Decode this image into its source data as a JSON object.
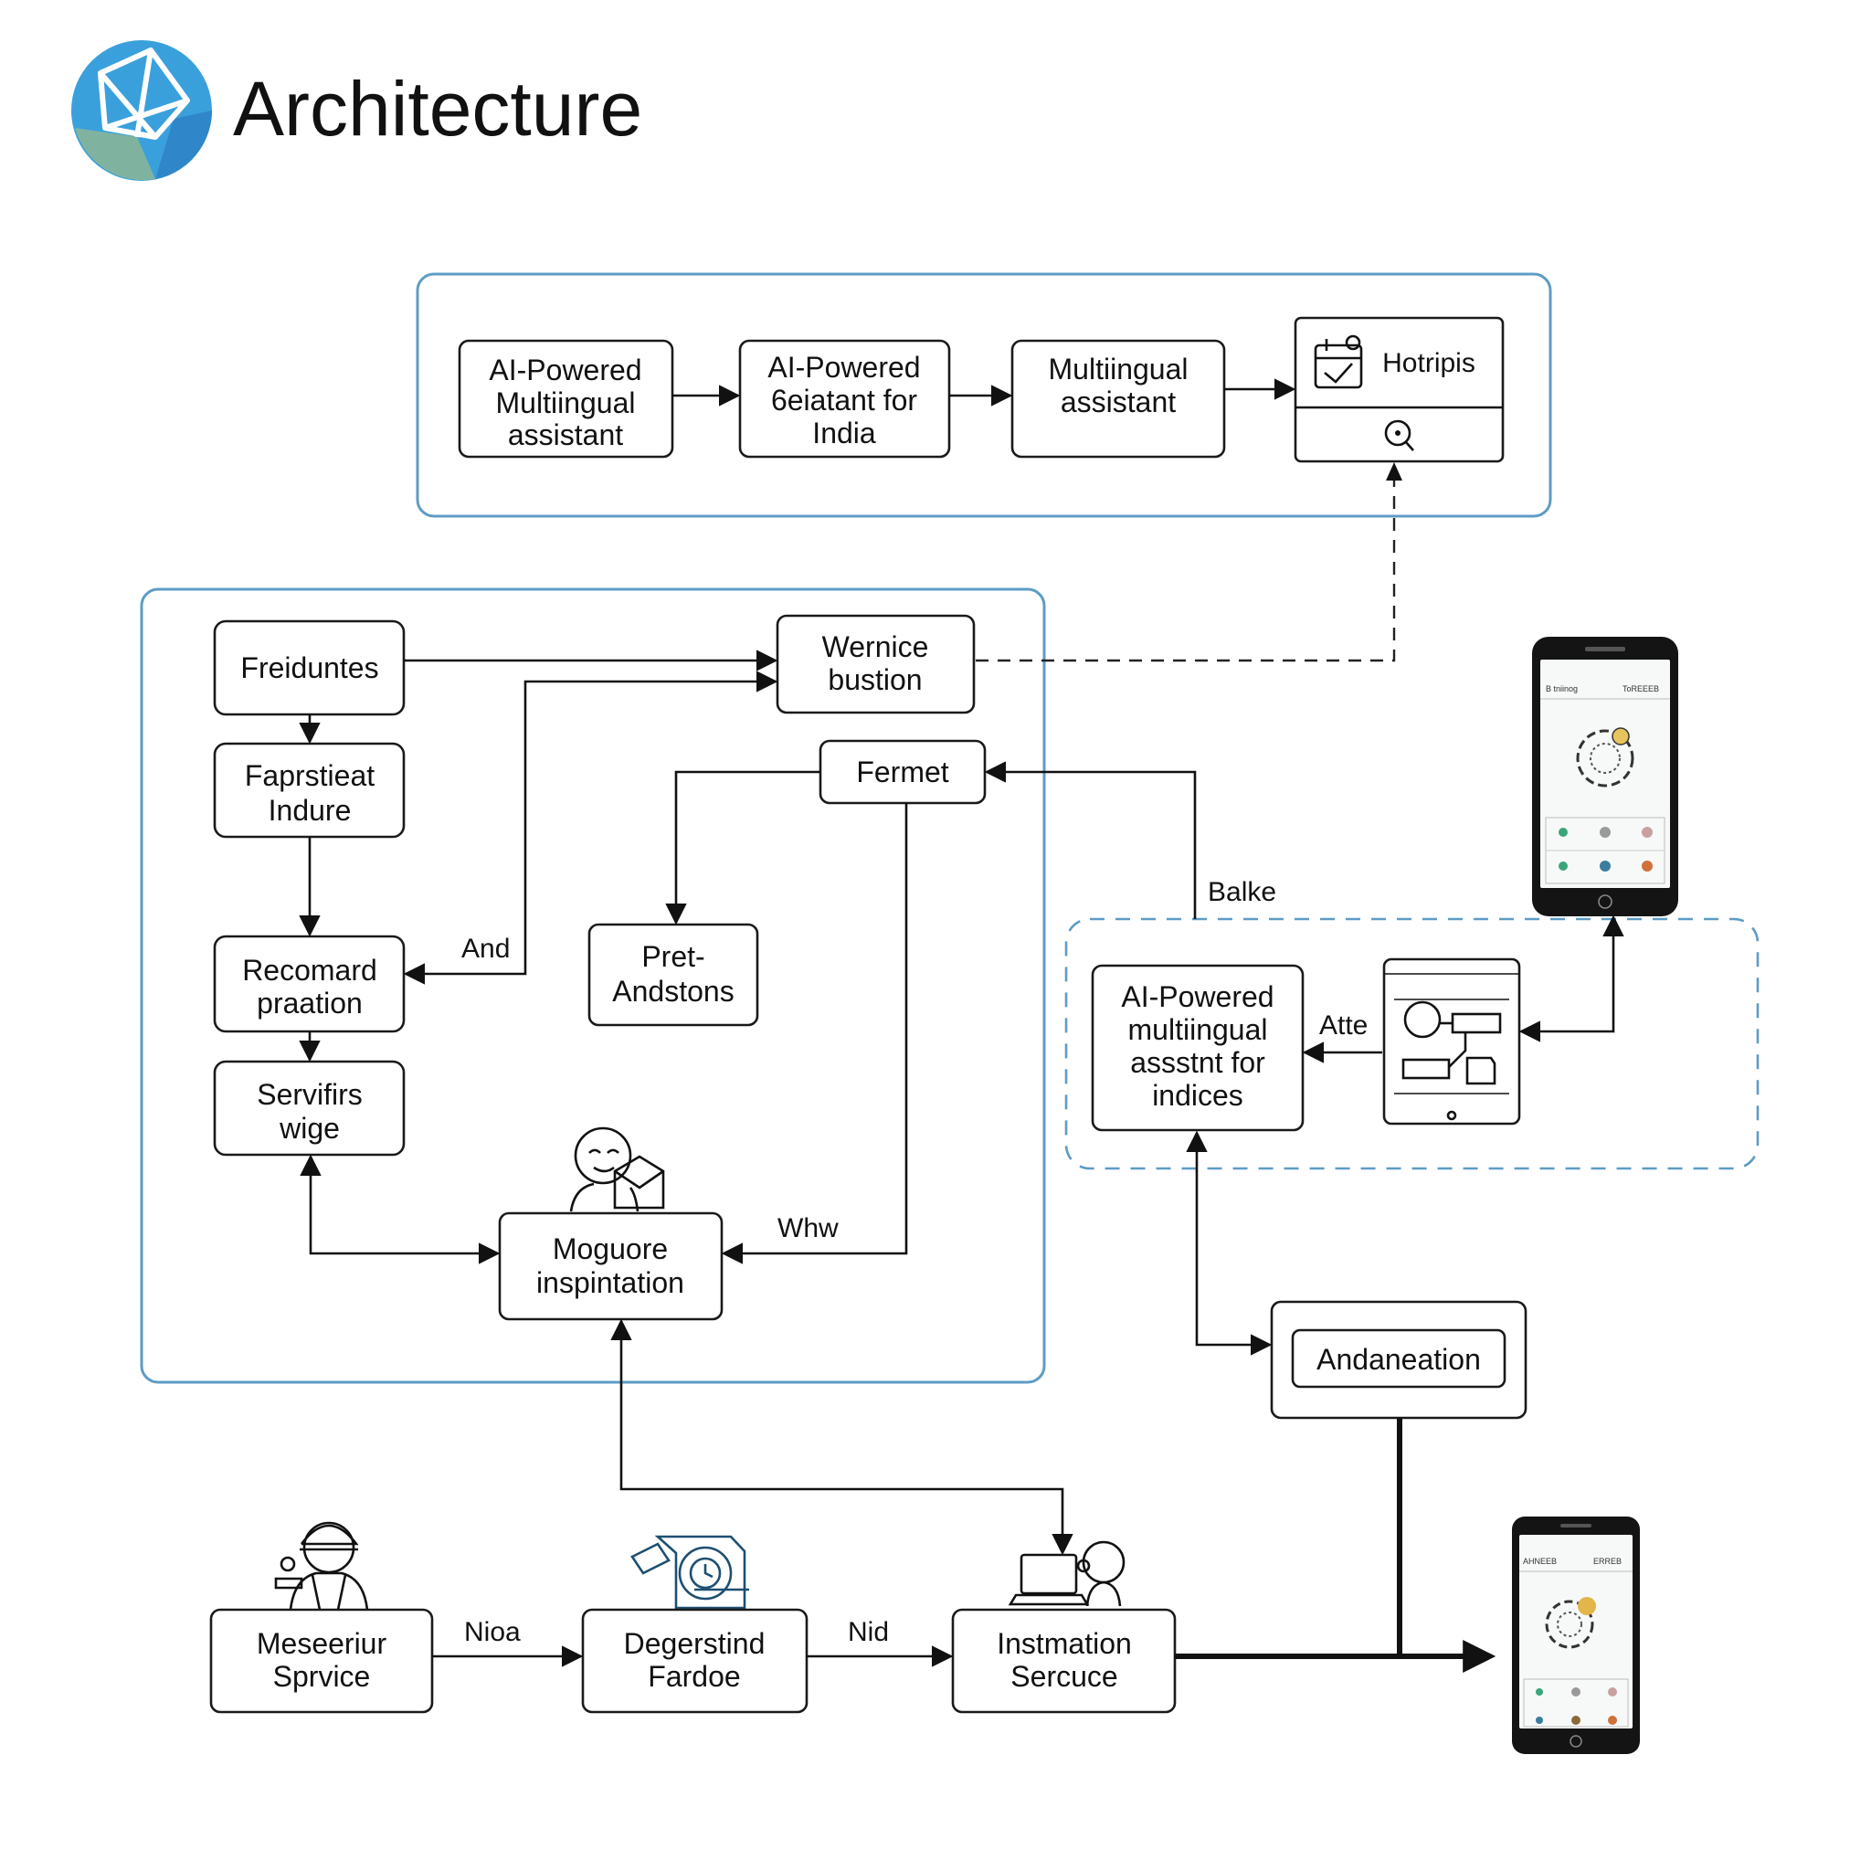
{
  "header": {
    "title": "Architecture",
    "logo_colors": [
      "#3aa0dc",
      "#2f86c8",
      "#7fb3a0"
    ]
  },
  "colors": {
    "group_border": "#5e9cc4",
    "stroke": "#111111"
  },
  "top_group": {
    "nodes": [
      {
        "lines": [
          "AI-Powered",
          "Multiingual",
          "assistant"
        ]
      },
      {
        "lines": [
          "AI-Powered",
          "6eiatant for",
          "India"
        ]
      },
      {
        "lines": [
          "Multiingual",
          "assistant"
        ]
      },
      {
        "label": "Hotripis",
        "icons": [
          "calendar-check-icon",
          "magnifier-icon"
        ]
      }
    ]
  },
  "main_group": {
    "nodes": {
      "freiduntes": "Freiduntes",
      "faprstieat": [
        "Faprstieat",
        "Indure"
      ],
      "wernice": [
        "Wernice",
        "bustion"
      ],
      "fermet": "Fermet",
      "recomard": [
        "Recomard",
        "praation"
      ],
      "pret": [
        "Pret-",
        "Andstons"
      ],
      "servifirs": [
        "Servifirs",
        "wige"
      ],
      "moguore": [
        "Moguore",
        "inspintation"
      ]
    },
    "edge_labels": {
      "and": "And",
      "whw": "Whw"
    }
  },
  "right_group": {
    "node": [
      "AI-Powered",
      "multiingual",
      "assstnt for",
      "indices"
    ],
    "edge_label": "Atte",
    "icons": [
      "tablet-diagram-icon"
    ]
  },
  "floating_labels": {
    "balke": "Balke"
  },
  "andaneation": "Andaneation",
  "bottom_row": {
    "nodes": [
      {
        "lines": [
          "Meseeriur",
          "Sprvice"
        ],
        "icon": "worker-icon"
      },
      {
        "lines": [
          "Degerstind",
          "Fardoe"
        ],
        "icon": "document-clock-icon"
      },
      {
        "lines": [
          "Instmation",
          "Sercuce"
        ],
        "icon": "laptop-person-icon"
      }
    ],
    "edge_labels": [
      "Nioa",
      "Nid"
    ]
  },
  "phones": [
    {
      "header_left": "B tniinog",
      "header_right": "ToREEEB"
    },
    {
      "header_left": "AHNEEB",
      "header_right": "ERREB"
    }
  ]
}
